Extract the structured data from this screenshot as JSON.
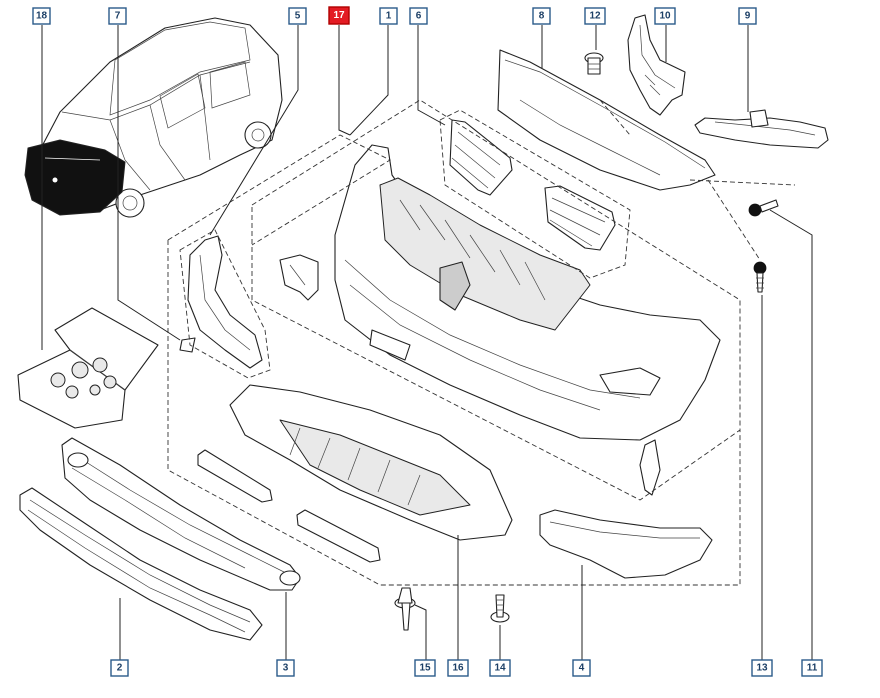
{
  "diagram": {
    "highlight_color": "#e31b23",
    "label_color": "#1c3f66",
    "part_labels": {
      "p1": "1",
      "p2": "2",
      "p3": "3",
      "p4": "4",
      "p5": "5",
      "p6": "6",
      "p7": "7",
      "p8": "8",
      "p9": "9",
      "p10": "10",
      "p11": "11",
      "p12": "12",
      "p13": "13",
      "p14": "14",
      "p15": "15",
      "p16": "16",
      "p17": "17",
      "p18": "18"
    },
    "highlighted_part": "17"
  }
}
